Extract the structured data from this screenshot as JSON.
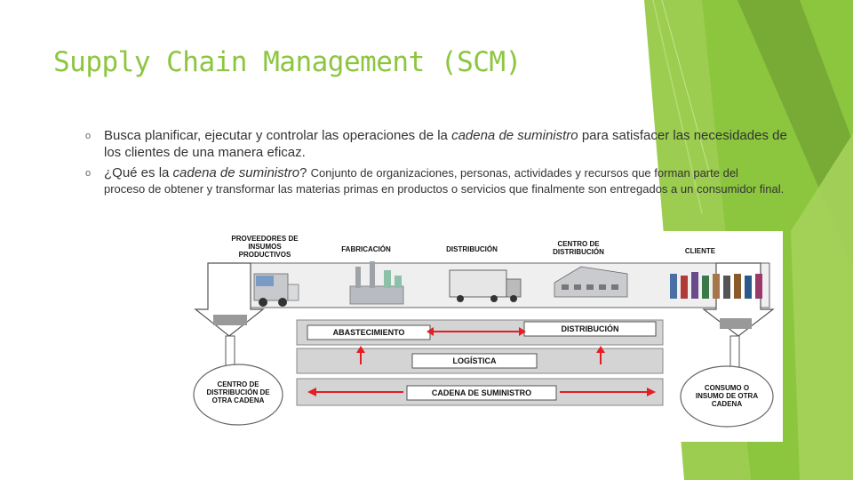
{
  "title": "Supply Chain Management (SCM)",
  "bullets": [
    {
      "pre": "Busca planificar, ejecutar y controlar las operaciones de  la ",
      "italic": "cadena de suministro",
      "post": " para satisfacer las necesidades de  los clientes de una manera eficaz."
    },
    {
      "pre": "¿Qué es la ",
      "italic": "cadena de suministro",
      "post": "? ",
      "small": "Conjunto de organizaciones, personas, actividades y recursos que forman parte del",
      "cont": "proceso de obtener y transformar las materias primas en productos o servicios que finalmente son entregados a un consumidor final."
    }
  ],
  "diagram": {
    "stages": {
      "proveedores": "PROVEEDORES DE INSUMOS PRODUCTIVOS",
      "fabricacion": "FABRICACIÓN",
      "distribucion": "DISTRIBUCIÓN",
      "centro": "CENTRO DE DISTRIBUCIÓN",
      "cliente": "CLIENTE"
    },
    "bands": {
      "abastecimiento": "ABASTECIMIENTO",
      "distribucion": "DISTRIBUCIÓN",
      "logistica": "LOGÍSTICA",
      "cadena": "CADENA DE SUMINISTRO"
    },
    "ends": {
      "left": "CENTRO DE DISTRIBUCIÓN DE OTRA CADENA",
      "right": "CONSUMO O INSUMO DE OTRA CADENA"
    }
  },
  "colors": {
    "accent": "#8cc63f",
    "arrow": "#e31e24",
    "band": "#d4d4d4"
  }
}
